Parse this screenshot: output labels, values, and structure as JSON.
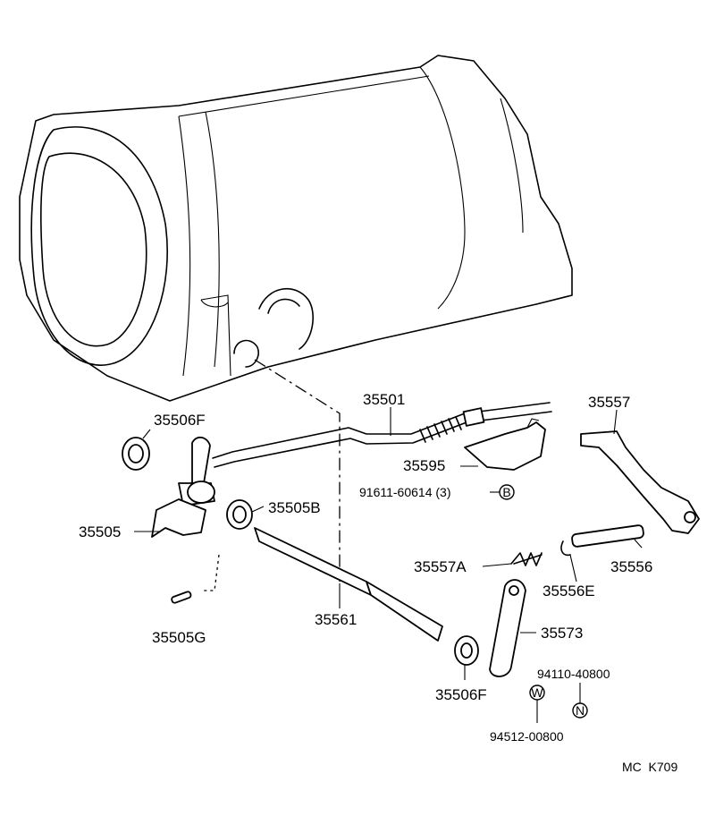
{
  "parts": {
    "p35501": "35501",
    "p35506F_top": "35506F",
    "p35505": "35505",
    "p35505B": "35505B",
    "p35505G": "35505G",
    "p35561": "35561",
    "p35506F_bottom": "35506F",
    "p35595": "35595",
    "p91611": "91611-60614 (3)",
    "p35557": "35557",
    "p35557A": "35557A",
    "p35556": "35556",
    "p35556E": "35556E",
    "p35573": "35573",
    "p94110": "94110-40800",
    "p94512": "94512-00800"
  },
  "symbols": {
    "b": "B",
    "n": "N",
    "w": "W"
  },
  "footer": {
    "code": "MC  K709"
  }
}
